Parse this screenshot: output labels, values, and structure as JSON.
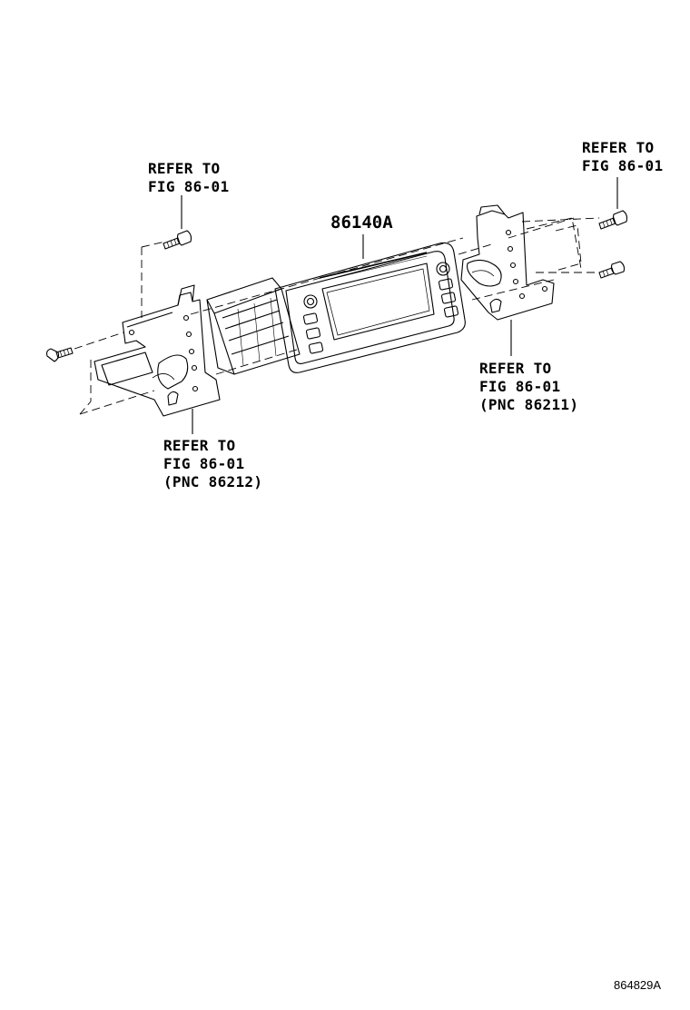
{
  "callouts": {
    "top_left": {
      "line1": "REFER TO",
      "line2": "FIG 86-01"
    },
    "top_right": {
      "line1": "REFER TO",
      "line2": "FIG 86-01"
    },
    "right_bracket": {
      "line1": "REFER TO",
      "line2": "FIG 86-01",
      "line3": "(PNC 86211)"
    },
    "left_bracket": {
      "line1": "REFER TO",
      "line2": "FIG 86-01",
      "line3": "(PNC 86212)"
    }
  },
  "part_number": "86140A",
  "figure_id": "864829A"
}
